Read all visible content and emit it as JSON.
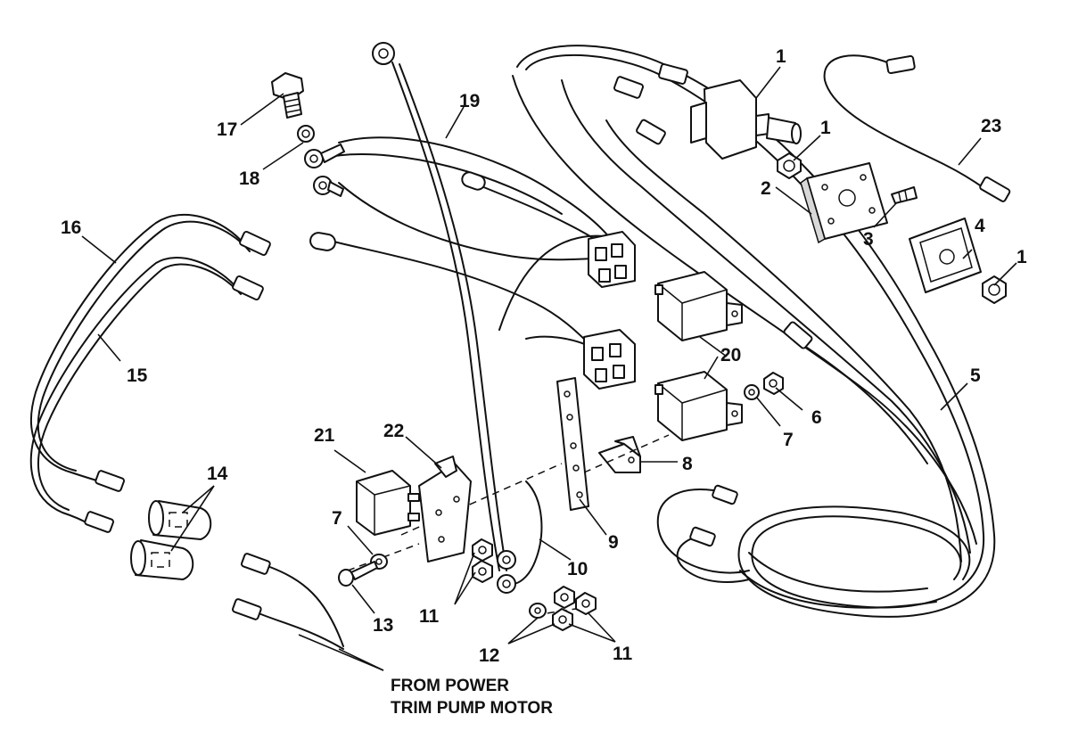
{
  "callouts": {
    "c1a": "1",
    "c1b": "1",
    "c1c": "1",
    "c2": "2",
    "c3": "3",
    "c4": "4",
    "c5": "5",
    "c6": "6",
    "c7a": "7",
    "c7b": "7",
    "c8": "8",
    "c9": "9",
    "c10": "10",
    "c11a": "11",
    "c11b": "11",
    "c12": "12",
    "c13": "13",
    "c14": "14",
    "c15": "15",
    "c16": "16",
    "c17": "17",
    "c18": "18",
    "c19": "19",
    "c20": "20",
    "c21": "21",
    "c22": "22",
    "c23": "23"
  },
  "caption": {
    "line1": "FROM POWER",
    "line2": "TRIM PUMP MOTOR"
  }
}
